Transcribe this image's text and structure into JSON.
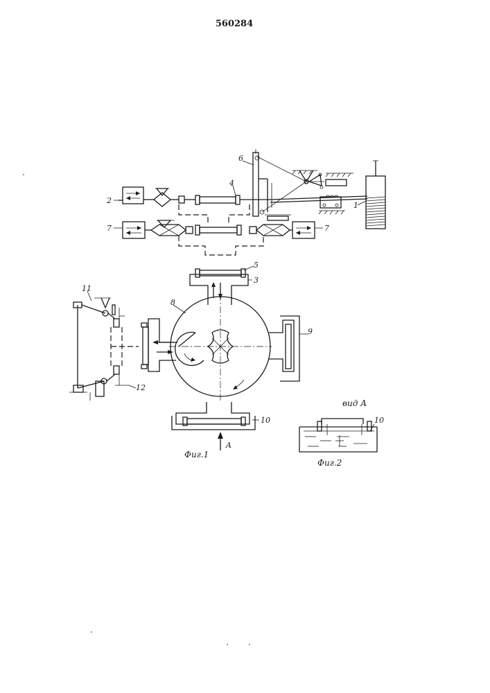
{
  "document": {
    "patent_number": "560284"
  },
  "labels": {
    "l1": "1",
    "l2": "2",
    "l3": "3",
    "l4": "4",
    "l5": "5",
    "l6": "6",
    "l7a": "7",
    "l7b": "7",
    "l8": "8",
    "l9": "9",
    "l10": "10",
    "l11": "11",
    "l12": "12",
    "arrow_a": "A",
    "l10b": "10"
  },
  "captions": {
    "fig1": "Фиг.1",
    "fig2": "Фиг.2",
    "view_a": "вид А"
  },
  "colors": {
    "ink": "#1a1a1a",
    "paper": "#ffffff"
  }
}
